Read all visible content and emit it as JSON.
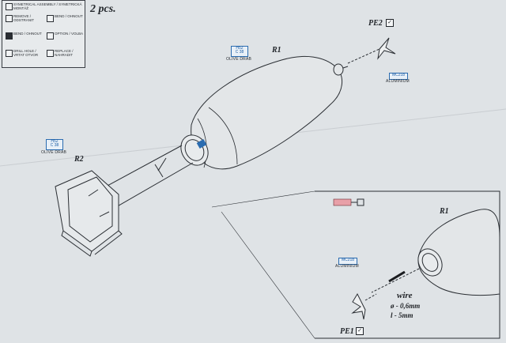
{
  "legend": {
    "items": [
      {
        "label": "SYMETRICAL ASSEMBLY / SYMETRICKÁ MONTÁŽ",
        "icon": "symmetry-icon"
      },
      {
        "label": "REMOVE / ODSTRANIT",
        "icon": "remove-icon"
      },
      {
        "label": "BEND / OHNOUT",
        "icon": "bend-icon"
      },
      {
        "label": "BEND / OHNOUT",
        "icon": "bend-icon"
      },
      {
        "label": "OPTION / VOLBA",
        "icon": "option-icon"
      },
      {
        "label": "DRILL HOLE / VRTAT OTVOR",
        "icon": "drill-icon"
      },
      {
        "label": "REPLACE / NAHRADIT",
        "icon": "replace-icon"
      }
    ]
  },
  "quantity": "2 pcs.",
  "parts": {
    "r1": "R1",
    "r2": "R2",
    "pe2": "PE2",
    "pe1": "PE1",
    "r1_detail": "R1"
  },
  "check": "✓",
  "paints": [
    {
      "code1": "H52",
      "code2": "C 38",
      "name": "OLIVE DRAB"
    },
    {
      "code1": "H52",
      "code2": "C 38",
      "name": "OLIVE DRAB"
    },
    {
      "code1": "MC218",
      "code2": "",
      "name": "ALUMINIUM"
    },
    {
      "code1": "MC218",
      "code2": "",
      "name": "ALUMINIUM"
    }
  ],
  "wire": {
    "title": "wire",
    "diameter": "ø - 0,6mm",
    "length": "l - 5mm"
  },
  "colors": {
    "paint_blue": "#2b6cb0",
    "swatch_pink": "#e8a0a8",
    "line": "#2a2e33"
  }
}
